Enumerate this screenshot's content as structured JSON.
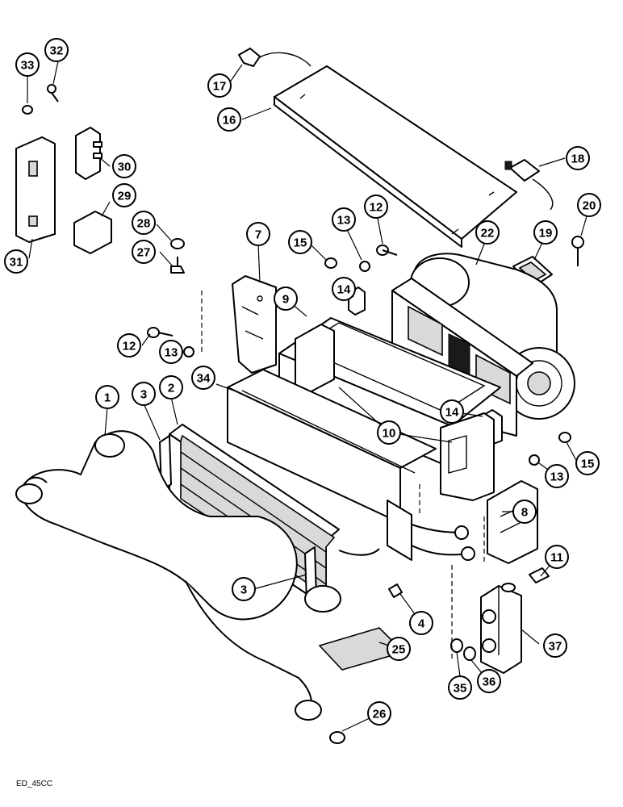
{
  "drawing_code": "ED_45CC",
  "callouts": [
    {
      "label": "1"
    },
    {
      "label": "2"
    },
    {
      "label": "3"
    },
    {
      "label": "3"
    },
    {
      "label": "4"
    },
    {
      "label": "7"
    },
    {
      "label": "8"
    },
    {
      "label": "9"
    },
    {
      "label": "10"
    },
    {
      "label": "11"
    },
    {
      "label": "12"
    },
    {
      "label": "12"
    },
    {
      "label": "13"
    },
    {
      "label": "13"
    },
    {
      "label": "13"
    },
    {
      "label": "14"
    },
    {
      "label": "14"
    },
    {
      "label": "15"
    },
    {
      "label": "15"
    },
    {
      "label": "16"
    },
    {
      "label": "17"
    },
    {
      "label": "18"
    },
    {
      "label": "19"
    },
    {
      "label": "20"
    },
    {
      "label": "22"
    },
    {
      "label": "25"
    },
    {
      "label": "26"
    },
    {
      "label": "27"
    },
    {
      "label": "28"
    },
    {
      "label": "29"
    },
    {
      "label": "30"
    },
    {
      "label": "31"
    },
    {
      "label": "32"
    },
    {
      "label": "33"
    },
    {
      "label": "34"
    },
    {
      "label": "35"
    },
    {
      "label": "36"
    },
    {
      "label": "37"
    }
  ]
}
